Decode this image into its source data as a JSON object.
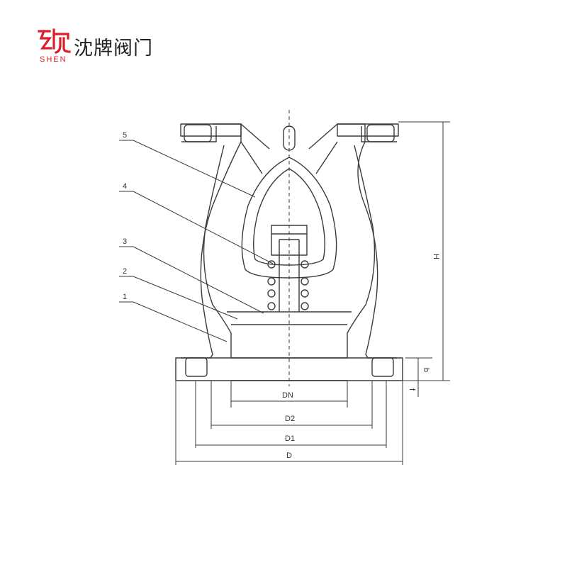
{
  "logo": {
    "mark_color": "#d8202a",
    "latin": "SHEN",
    "name": "沈牌阀门"
  },
  "diagram": {
    "part_labels": [
      "5",
      "4",
      "3",
      "2",
      "1"
    ],
    "dimension_labels": {
      "dn": "DN",
      "d2": "D2",
      "d1": "D1",
      "d": "D",
      "h": "H",
      "b": "b",
      "f": "f"
    }
  }
}
